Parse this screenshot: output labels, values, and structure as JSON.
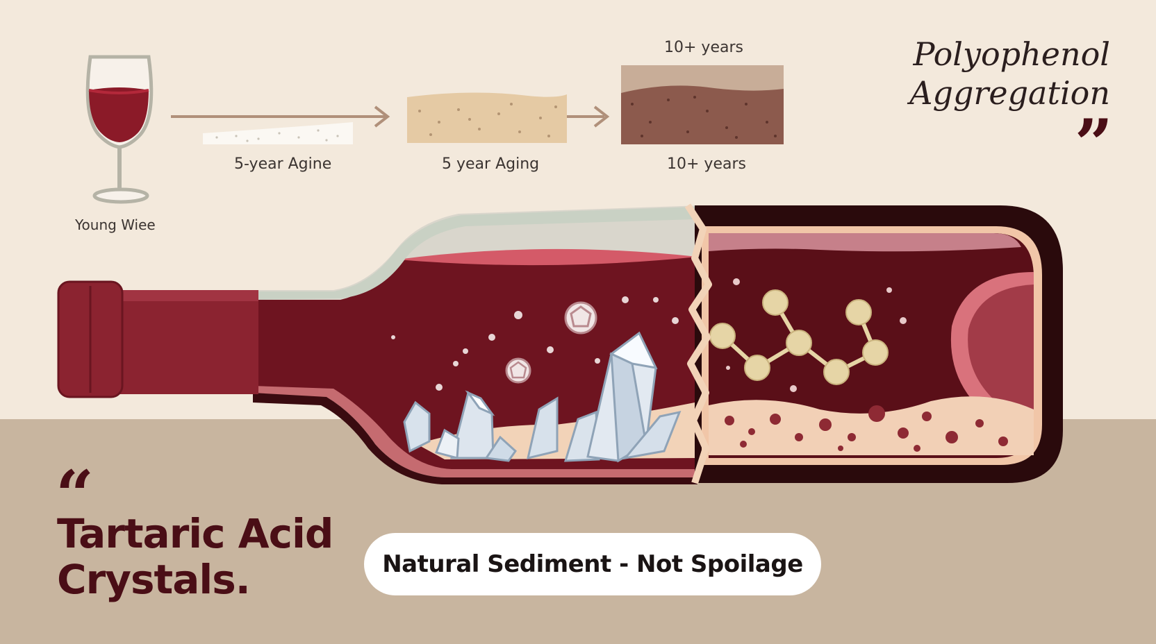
{
  "timeline": {
    "young_label": "Young Wiee",
    "stage1_label": "5-year Agine",
    "stage2_label": "5 year Aging",
    "stage3_top_label": "10+ years",
    "stage3_bottom_label": "10+ years"
  },
  "polyphenol": {
    "title_line1": "Polyophenol",
    "title_line2": "Aggregation",
    "quote_mark": "”"
  },
  "tartaric": {
    "quote_mark": "“",
    "title_line1": "Tartaric Acid",
    "title_line2": "Crystals."
  },
  "badge": {
    "text": "Natural Sediment - Not Spoilage"
  },
  "colors": {
    "background": "#f3e9dc",
    "floor": "#c8b59f",
    "wine": "#6e1420",
    "accent": "#4a0e16"
  }
}
